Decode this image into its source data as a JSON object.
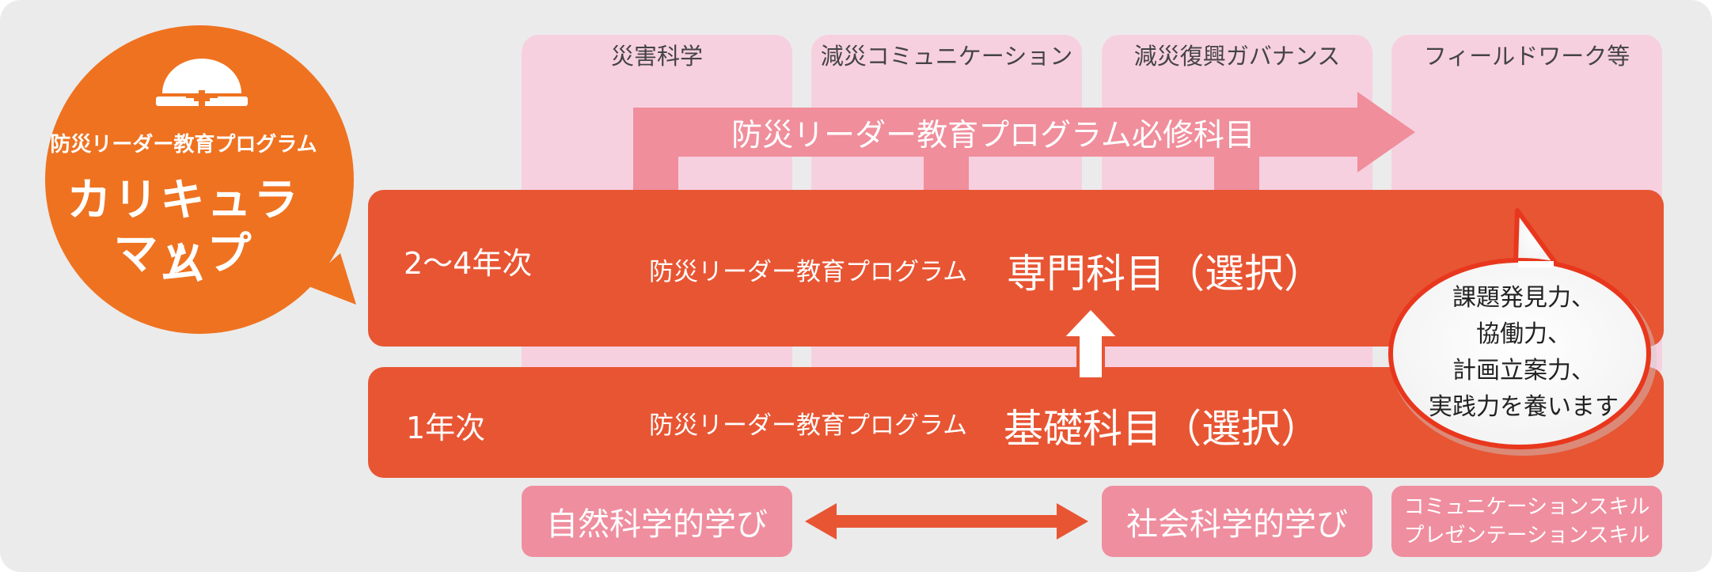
{
  "logo": {
    "program": "防災リーダー教育プログラム",
    "title_line1": "カリキュラム",
    "title_line2": "マップ",
    "icon": "helmet-icon"
  },
  "columns": [
    "災害科学",
    "減災コミュニケーション",
    "減災復興ガバナンス",
    "フィールドワーク等"
  ],
  "required_arrow": {
    "label": "防災リーダー教育プログラム必修科目"
  },
  "bands": {
    "upper": {
      "year": "2〜4年次",
      "program": "防災リーダー教育プログラム",
      "title": "専門科目（選択）"
    },
    "lower": {
      "year": "1年次",
      "program": "防災リーダー教育プログラム",
      "title": "基礎科目（選択）"
    }
  },
  "speech": {
    "line1": "課題発見力、",
    "line2": "協働力、",
    "line3": "計画立案力、",
    "line4": "実践力を養います"
  },
  "bottom": {
    "natural": "自然科学的学び",
    "social": "社会科学的学び",
    "skills_line1": "コミュニケーションスキル",
    "skills_line2": "プレゼンテーションスキル"
  },
  "colors": {
    "background": "#ebebeb",
    "orange": "#ef7220",
    "band": "#e85533",
    "column_pink": "#f7d0e0",
    "arrow_pink": "#f08e9c",
    "bottom_pink": "#ef8e9f"
  }
}
